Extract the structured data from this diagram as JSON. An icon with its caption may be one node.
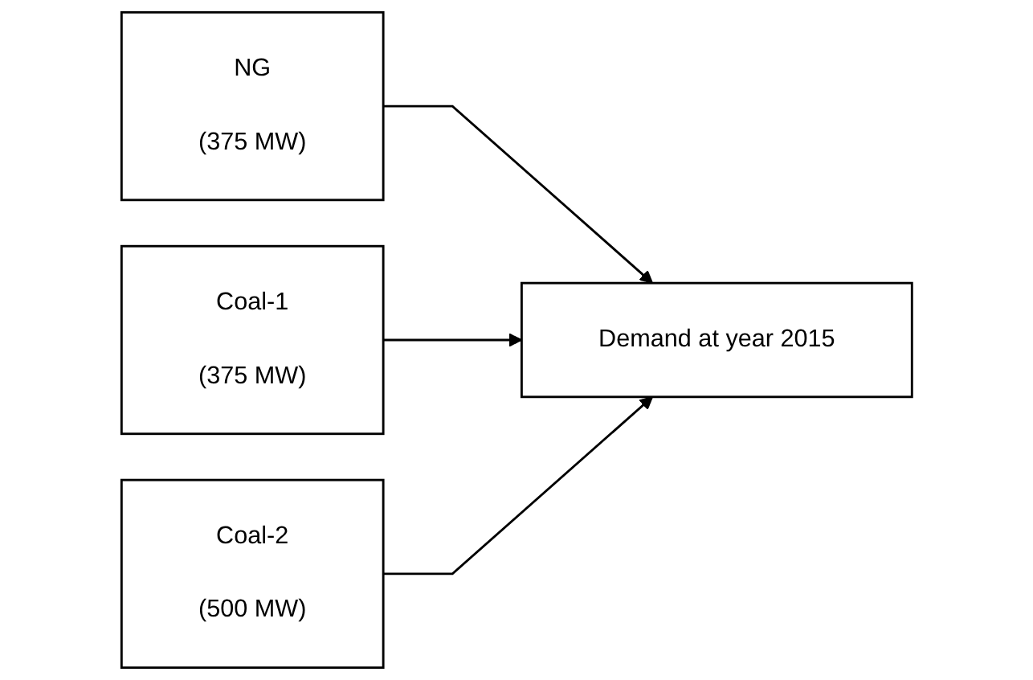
{
  "diagram": {
    "nodes": [
      {
        "text": [
          "NG",
          "(375 MW)"
        ]
      },
      {
        "text": [
          "Coal-1",
          "(375 MW)"
        ]
      },
      {
        "text": [
          "Coal-2",
          "(500 MW)"
        ]
      },
      {
        "text": [
          "Demand at year 2015"
        ]
      }
    ],
    "edges": [
      {
        "from": 0,
        "to": 3,
        "arrow": "to"
      },
      {
        "from": 1,
        "to": 3,
        "arrow": "to"
      },
      {
        "from": 2,
        "to": 3,
        "arrow": "to"
      }
    ]
  }
}
